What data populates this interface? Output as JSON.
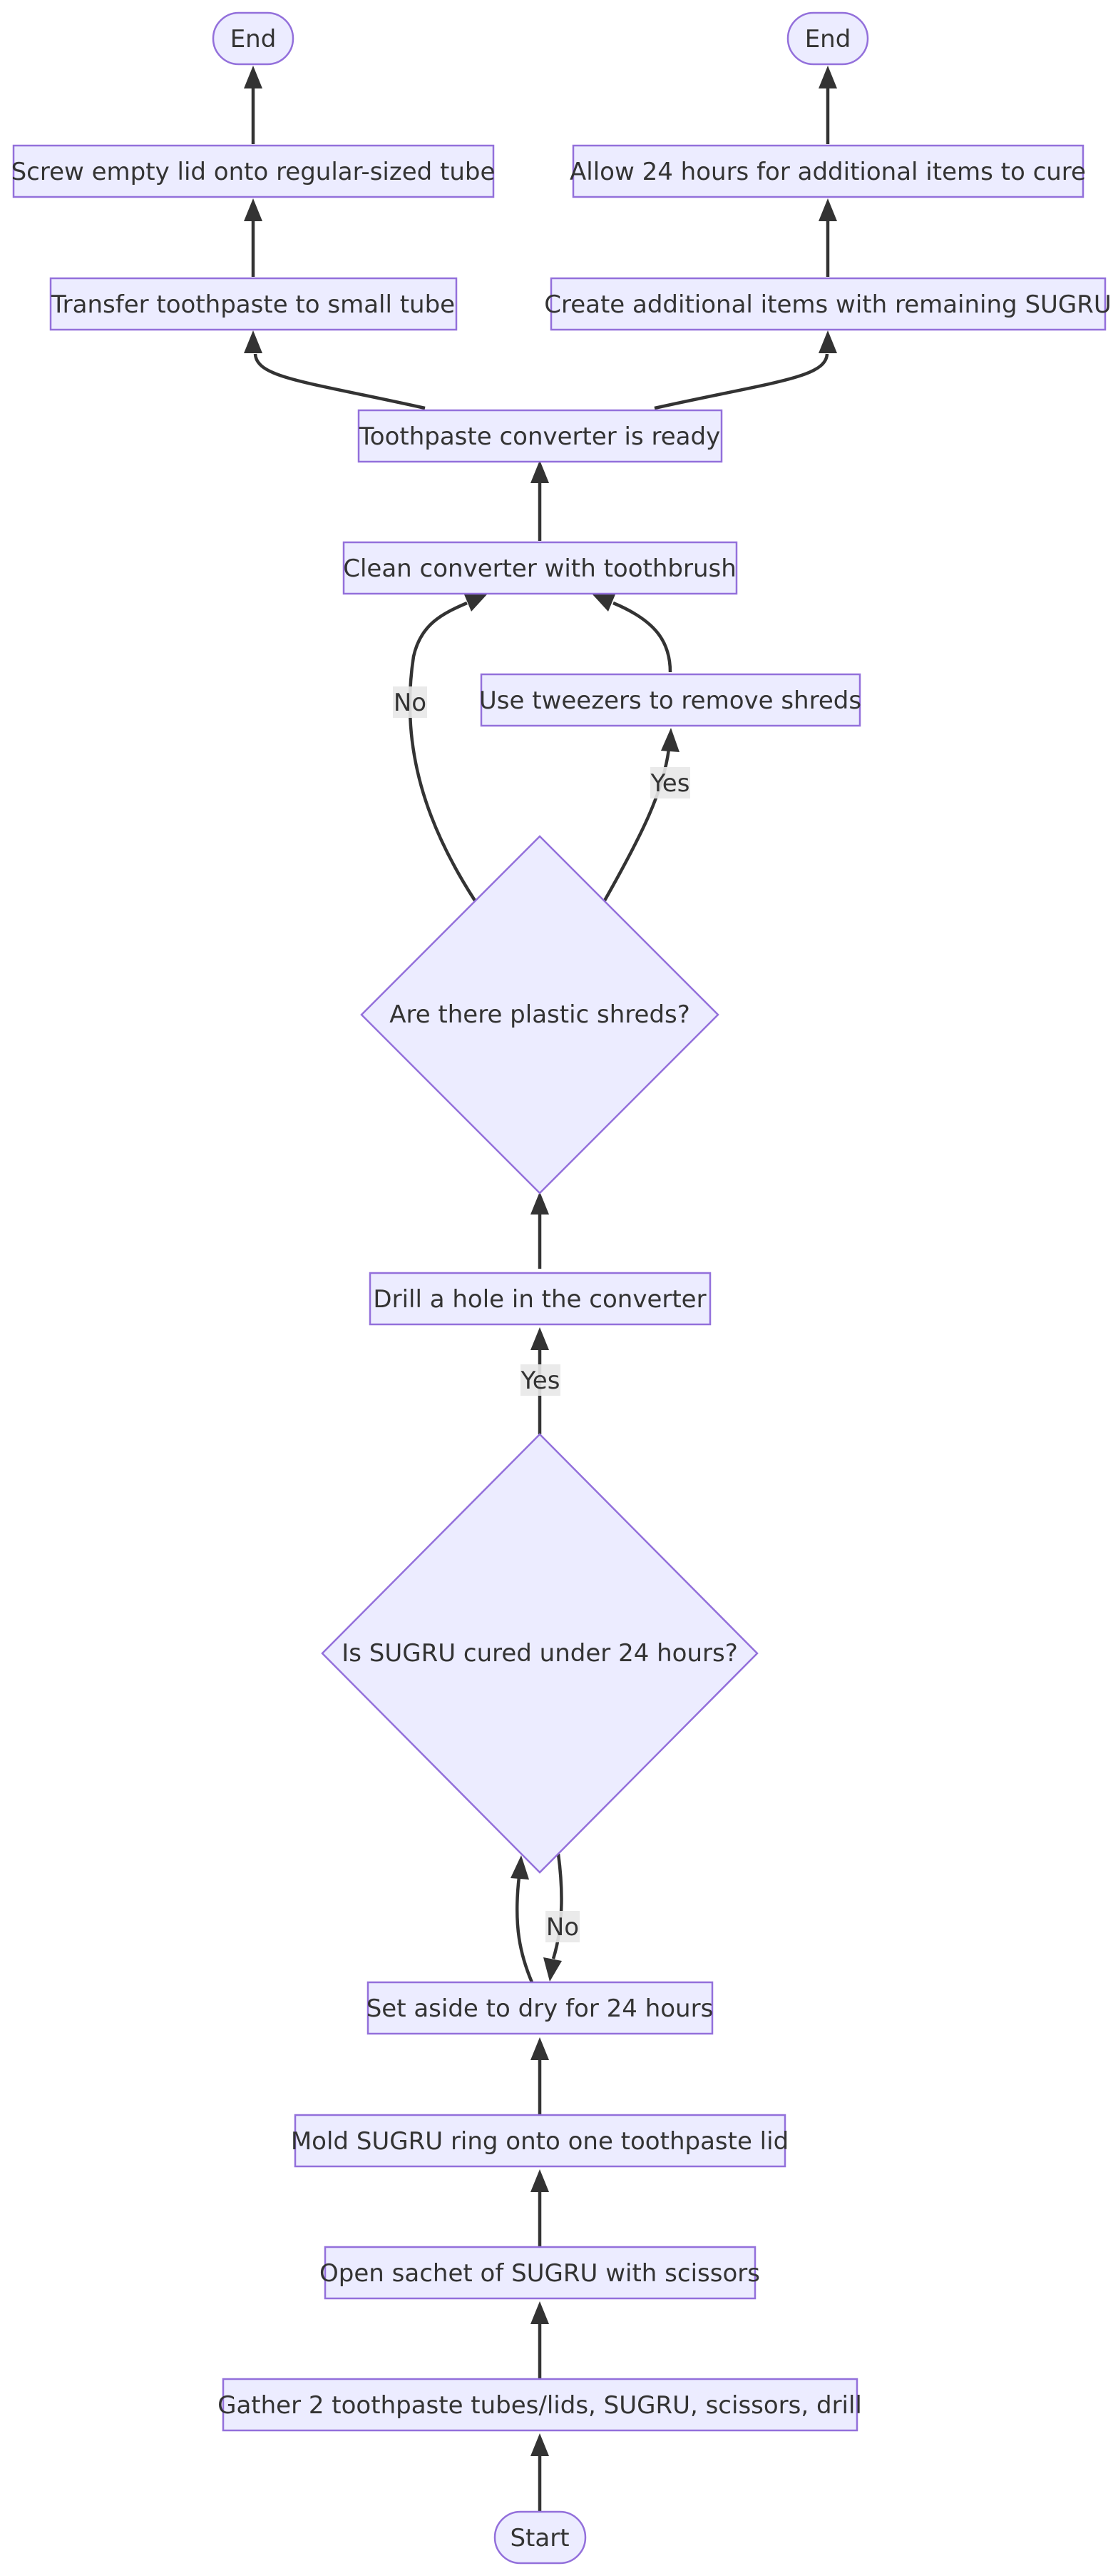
{
  "colors": {
    "node_fill": "#ECECFF",
    "node_stroke": "#9370DB",
    "edge": "#333333",
    "text": "#333333",
    "edge_label_bg": "#E8E8E8"
  },
  "nodes": {
    "start": "Start",
    "gather": "Gather 2 toothpaste tubes/lids, SUGRU, scissors, drill",
    "open_sachet": "Open sachet of SUGRU with scissors",
    "mold_ring": "Mold SUGRU ring onto one toothpaste lid",
    "set_aside": "Set aside to dry for 24 hours",
    "cured_question": "Is SUGRU cured under 24 hours?",
    "drill_hole": "Drill a hole in the converter",
    "shreds_question": "Are there plastic shreds?",
    "tweezers": "Use tweezers to remove shreds",
    "clean": "Clean converter with toothbrush",
    "ready": "Toothpaste converter is ready",
    "transfer": "Transfer toothpaste to small tube",
    "screw_lid": "Screw empty lid onto regular-sized tube",
    "end_left": "End",
    "additional": "Create additional items with remaining SUGRU",
    "allow_cure": "Allow 24 hours for additional items to cure",
    "end_right": "End"
  },
  "edge_labels": {
    "cured_no": "No",
    "cured_yes": "Yes",
    "shreds_yes": "Yes",
    "shreds_no": "No"
  }
}
